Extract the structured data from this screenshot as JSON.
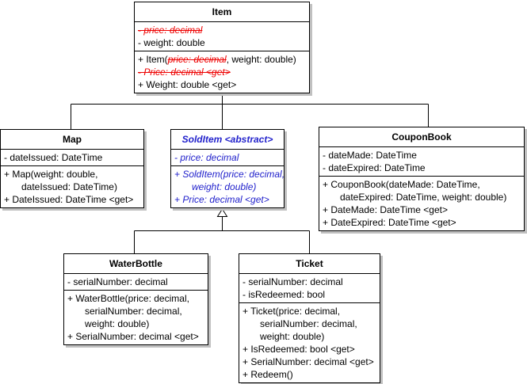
{
  "diagram": {
    "title": "UML class diagram",
    "type": "uml-class-diagram",
    "colors": {
      "default_text": "#000000",
      "abstract_text": "#2222cc",
      "removed_text": "#ee0000",
      "box_border": "#000000",
      "box_fill": "#ffffff",
      "shadow": "#c0c0c0"
    }
  },
  "classes": {
    "item": {
      "name": "Item",
      "attributes": [
        {
          "text": "-  price: decimal",
          "style": "removed"
        },
        {
          "text": "-  weight: double",
          "style": "normal"
        }
      ],
      "operations": [
        {
          "style": "mixed",
          "parts": [
            {
              "text": "+ Item(",
              "style": "normal"
            },
            {
              "text": "price: decimal",
              "style": "removed"
            },
            {
              "text": ", weight: double)",
              "style": "normal"
            }
          ]
        },
        {
          "text": "- Price: decimal <get>",
          "style": "removed"
        },
        {
          "text": "+ Weight: double <get>",
          "style": "normal"
        }
      ]
    },
    "map": {
      "name": "Map",
      "attributes": [
        {
          "text": "-  dateIssued: DateTime",
          "style": "normal"
        }
      ],
      "operations": [
        {
          "text": "+ Map(weight: double,",
          "style": "normal",
          "continuation": "dateIssued: DateTime)"
        },
        {
          "text": "+ DateIssued: DateTime <get>",
          "style": "normal"
        }
      ]
    },
    "solditem": {
      "name": "SoldItem <abstract>",
      "attributes": [
        {
          "text": "-  price: decimal",
          "style": "normal"
        }
      ],
      "operations": [
        {
          "text": "+ SoldItem(price: decimal,",
          "style": "normal",
          "continuation": "weight: double)"
        },
        {
          "text": "+ Price: decimal <get>",
          "style": "normal"
        }
      ]
    },
    "couponbook": {
      "name": "CouponBook",
      "attributes": [
        {
          "text": "-  dateMade: DateTime",
          "style": "normal"
        },
        {
          "text": "-  dateExpired: DateTime",
          "style": "normal"
        }
      ],
      "operations": [
        {
          "text": "+ CouponBook(dateMade: DateTime,",
          "style": "normal",
          "continuation": "dateExpired: DateTime, weight: double)"
        },
        {
          "text": "+ DateMade: DateTime <get>",
          "style": "normal"
        },
        {
          "text": "+ DateExpired: DateTime <get>",
          "style": "normal"
        }
      ]
    },
    "waterbottle": {
      "name": "WaterBottle",
      "attributes": [
        {
          "text": "-  serialNumber: decimal",
          "style": "normal"
        }
      ],
      "operations": [
        {
          "text": "+ WaterBottle(price: decimal,",
          "style": "normal",
          "continuation": "serialNumber: decimal,",
          "continuation2": "weight: double)"
        },
        {
          "text": "+ SerialNumber: decimal <get>",
          "style": "normal"
        }
      ]
    },
    "ticket": {
      "name": "Ticket",
      "attributes": [
        {
          "text": "-  serialNumber: decimal",
          "style": "normal"
        },
        {
          "text": "-  isRedeemed: bool",
          "style": "normal"
        }
      ],
      "operations": [
        {
          "text": "+ Ticket(price: decimal,",
          "style": "normal",
          "continuation": "serialNumber: decimal,",
          "continuation2": "weight: double)"
        },
        {
          "text": "+ IsRedeemed: bool <get>",
          "style": "normal"
        },
        {
          "text": "+ SerialNumber: decimal <get>",
          "style": "normal"
        },
        {
          "text": "+ Redeem()",
          "style": "normal"
        }
      ]
    }
  },
  "relationships": [
    {
      "kind": "generalization",
      "from": "Map",
      "to": "Item"
    },
    {
      "kind": "generalization",
      "from": "SoldItem",
      "to": "Item"
    },
    {
      "kind": "generalization",
      "from": "CouponBook",
      "to": "Item"
    },
    {
      "kind": "generalization",
      "from": "WaterBottle",
      "to": "SoldItem"
    },
    {
      "kind": "generalization",
      "from": "Ticket",
      "to": "SoldItem"
    }
  ]
}
